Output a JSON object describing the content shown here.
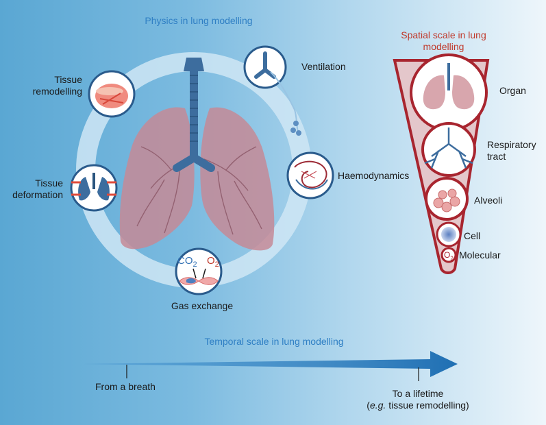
{
  "physics": {
    "title": "Physics in lung modelling",
    "ventilation": "Ventilation",
    "tissue_remodelling_1": "Tissue",
    "tissue_remodelling_2": "remodelling",
    "tissue_deformation_1": "Tissue",
    "tissue_deformation_2": "deformation",
    "haemodynamics": "Haemodynamics",
    "gas_exchange": "Gas exchange",
    "co2": "CO",
    "co2_sub": "2",
    "o2": "O",
    "o2_sub": "2"
  },
  "spatial": {
    "title_1": "Spatial scale in lung",
    "title_2": "modelling",
    "organ": "Organ",
    "respiratory_1": "Respiratory",
    "respiratory_2": "tract",
    "alveoli": "Alveoli",
    "cell": "Cell",
    "molecular": "Molecular",
    "molecule": "O",
    "molecule_sub": "2"
  },
  "temporal": {
    "title": "Temporal scale in lung modelling",
    "start": "From a breath",
    "end_1": "To a lifetime",
    "end_2_prefix": "(",
    "end_2_italic": "e.g.",
    "end_2_rest": " tissue remodelling)"
  },
  "colors": {
    "ring": "#cfe6f5",
    "lung": "#c48a96",
    "trachea": "#3d6d9e",
    "cone": "#a8252f",
    "arrow": "#1f6fb3"
  }
}
